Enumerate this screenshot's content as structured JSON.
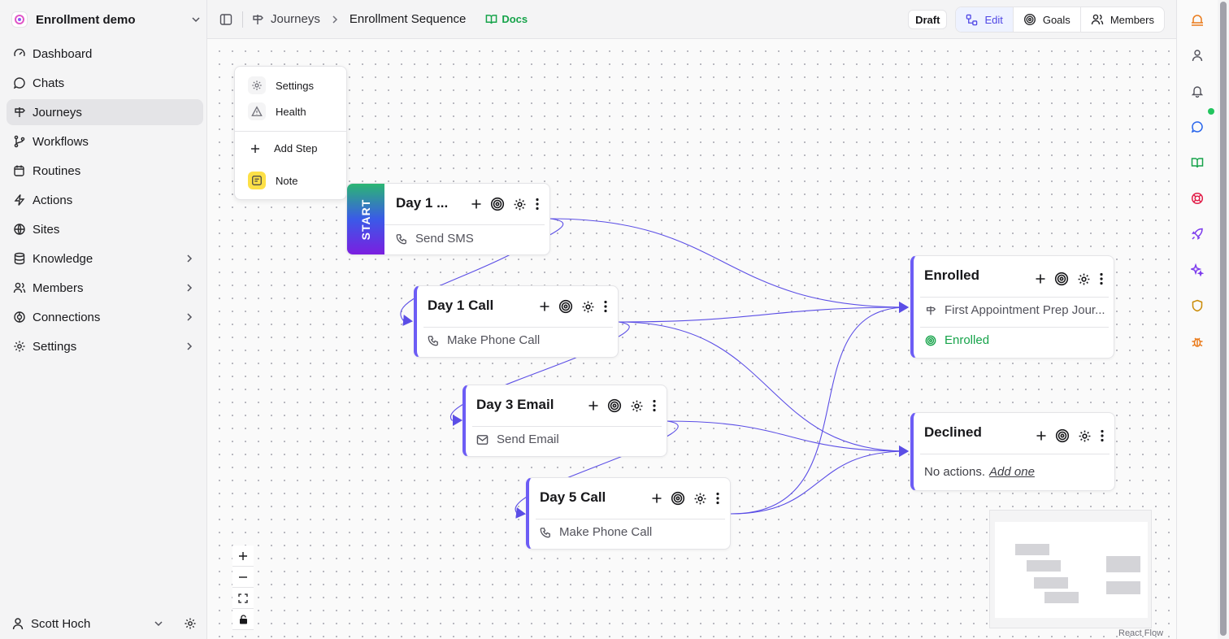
{
  "workspace": {
    "name": "Enrollment demo"
  },
  "sidebar": {
    "items": [
      {
        "label": "Dashboard",
        "icon": "gauge-icon"
      },
      {
        "label": "Chats",
        "icon": "chat-bubble-icon"
      },
      {
        "label": "Journeys",
        "icon": "signpost-icon",
        "active": true
      },
      {
        "label": "Workflows",
        "icon": "git-branch-icon"
      },
      {
        "label": "Routines",
        "icon": "calendar-clock-icon"
      },
      {
        "label": "Actions",
        "icon": "lightning-icon"
      },
      {
        "label": "Sites",
        "icon": "globe-icon"
      },
      {
        "label": "Knowledge",
        "icon": "database-icon",
        "expandable": true
      },
      {
        "label": "Members",
        "icon": "users-icon",
        "expandable": true
      },
      {
        "label": "Connections",
        "icon": "plug-icon",
        "expandable": true
      },
      {
        "label": "Settings",
        "icon": "gear-icon",
        "expandable": true
      }
    ]
  },
  "user": {
    "name": "Scott Hoch"
  },
  "topbar": {
    "breadcrumb": {
      "root": "Journeys",
      "current": "Enrollment Sequence"
    },
    "docs_label": "Docs",
    "status_badge": "Draft",
    "tabs": [
      {
        "label": "Edit",
        "active": true
      },
      {
        "label": "Goals"
      },
      {
        "label": "Members"
      }
    ]
  },
  "menu": {
    "settings": "Settings",
    "health": "Health",
    "add_step": "Add Step",
    "note": "Note"
  },
  "nodes": {
    "day1": {
      "title": "Day 1 ...",
      "start_label": "START",
      "action": "Send SMS"
    },
    "day1call": {
      "title": "Day 1 Call",
      "action": "Make Phone Call"
    },
    "day3email": {
      "title": "Day 3 Email",
      "action": "Send Email"
    },
    "day5call": {
      "title": "Day 5 Call",
      "action": "Make Phone Call"
    },
    "enrolled": {
      "title": "Enrolled",
      "journey": "First Appointment Prep Jour...",
      "goal": "Enrolled"
    },
    "declined": {
      "title": "Declined",
      "empty_text": "No actions.",
      "add_link": "Add one"
    }
  },
  "canvas": {
    "attribution": "React Flow"
  },
  "colors": {
    "accent": "#6d5df5",
    "edge": "#5b4ee6",
    "goal_green": "#16a34a",
    "docs_green": "#16a34a",
    "start_gradient": [
      "#2bb673",
      "#3a5ae8",
      "#7b1fe0"
    ]
  }
}
